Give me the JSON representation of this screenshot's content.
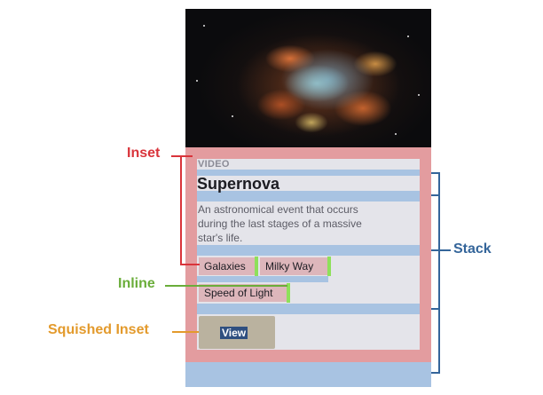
{
  "card": {
    "eyebrow": "VIDEO",
    "title": "Supernova",
    "description_lines": [
      "An astronomical event that occurs",
      "during the last stages of a massive",
      "star's life."
    ],
    "tags": [
      "Galaxies",
      "Milky Way",
      "Speed of Light"
    ],
    "button_label": "View"
  },
  "annotations": {
    "inset": "Inset",
    "inline": "Inline",
    "squished_inset": "Squished Inset",
    "stack": "Stack"
  },
  "colors": {
    "inset_red": "#d9343b",
    "inline_green": "#6aad3a",
    "squished_orange": "#e39a2c",
    "stack_blue": "#34659a",
    "pink_padding": "#e39c9f",
    "blue_spacing": "#a8c3e2"
  }
}
